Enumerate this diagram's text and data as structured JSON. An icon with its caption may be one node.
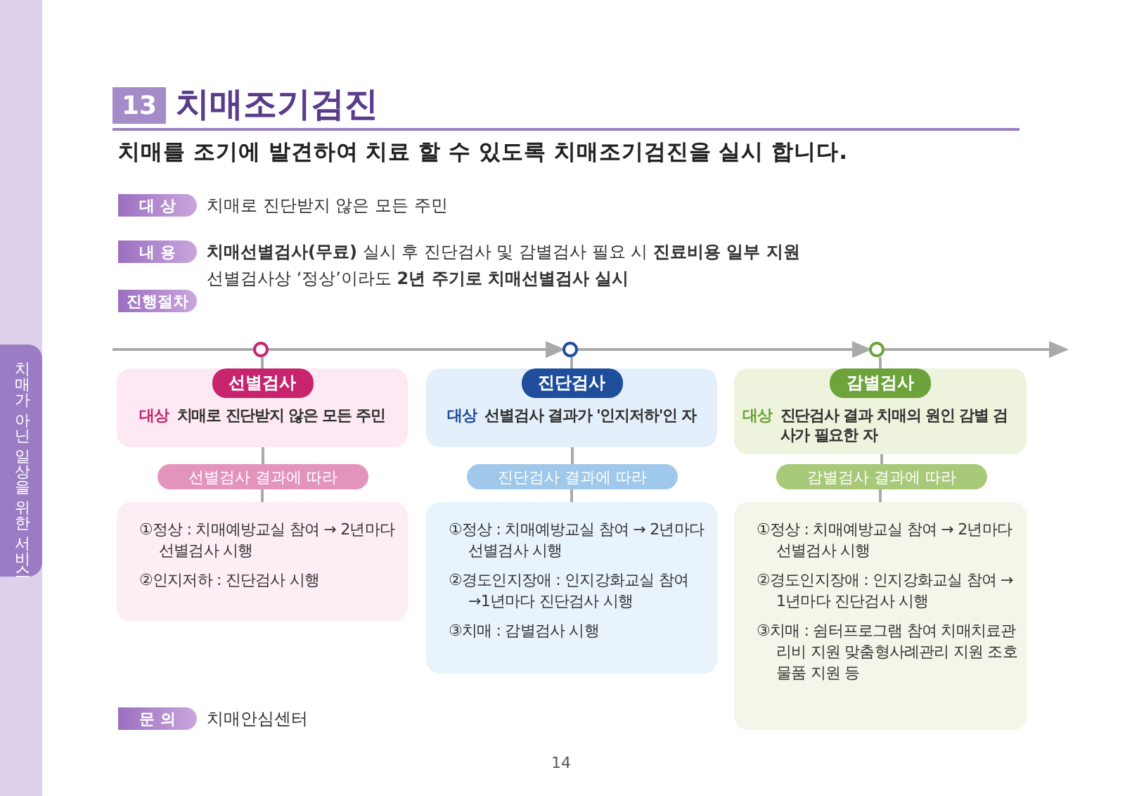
{
  "diagram": {
    "title": "치매조기검진",
    "nodes": [
      {
        "text": [
          "치매가 아닌 일상을 위한 서비스"
        ]
      },
      {
        "text": [
          "13"
        ]
      },
      {
        "text": [
          "대 상"
        ],
        "beside": [
          "치매로 진단받지 않은 모든 주민"
        ]
      },
      {
        "text": [
          "내 용"
        ],
        "beside": [
          "**치매선별검사(무료)** 실시 후 진단검사 및 감별검사 필요 시 **진료비용 일부 지원**",
          "선별검사상 ‘정상’이라도 **2년 주기로 치매선별검사 실시**"
        ]
      },
      {
        "text": [
          "진행절차"
        ]
      },
      {
        "text": [],
        "shape": "circle"
      },
      {
        "text": [],
        "shape": "circle"
      },
      {
        "text": [],
        "shape": "circle"
      },
      {
        "text": [
          "선별검사",
          "대상",
          "치매로 진단받지 않은 모든 주민"
        ]
      },
      {
        "text": [
          "선별검사 결과에 따라"
        ]
      },
      {
        "text": [
          "①정상 : 치매예방교실 참여 → 2년마다 선별검사 시행",
          "②인지저하 : 진단검사 시행"
        ]
      },
      {
        "text": [
          "진단검사",
          "대상",
          "선별검사 결과가 '인지저하'인 자"
        ]
      },
      {
        "text": [
          "진단검사 결과에 따라"
        ]
      },
      {
        "text": [
          "①정상 : 치매예방교실 참여 → 2년마다 선별검사 시행",
          "②경도인지장애 : 인지강화교실 참여 →1년마다 진단검사 시행",
          "③치매 : 감별검사 시행"
        ]
      },
      {
        "text": [
          "감별검사",
          "대상",
          "진단검사 결과 치매의 원인 감별 검사가 필요한 자"
        ]
      },
      {
        "text": [
          "감별검사 결과에 따라"
        ]
      },
      {
        "text": [
          "①정상 : 치매예방교실 참여 → 2년마다 선별검사 시행",
          "②경도인지장애 : 인지강화교실 참여 → 1년마다 진단검사 시행",
          "③치매 : 쉼터프로그램 참여 치매치료관리비 지원 맞춤형사례관리 지원 조호물품 지원 등"
        ]
      },
      {
        "text": [
          "문 의"
        ],
        "beside": [
          "치매안심센터"
        ]
      }
    ],
    "edges": [
      {
        "from": null,
        "to": 5,
        "arrow": "none"
      },
      {
        "from": 5,
        "to": 6,
        "arrow": "to"
      },
      {
        "from": 6,
        "to": 7,
        "arrow": "to"
      },
      {
        "from": 7,
        "to": null,
        "arrow": "to"
      },
      {
        "from": 5,
        "to": 8,
        "arrow": "none"
      },
      {
        "from": 8,
        "to": 9,
        "arrow": "none"
      },
      {
        "from": 9,
        "to": 10,
        "arrow": "none"
      },
      {
        "from": 6,
        "to": 11,
        "arrow": "none"
      },
      {
        "from": 11,
        "to": 12,
        "arrow": "none"
      },
      {
        "from": 12,
        "to": 13,
        "arrow": "none"
      },
      {
        "from": 7,
        "to": 14,
        "arrow": "none"
      },
      {
        "from": 14,
        "to": 15,
        "arrow": "none"
      },
      {
        "from": 15,
        "to": 16,
        "arrow": "none"
      }
    ],
    "labels": [
      "치매를 조기에 발견하여 치료 할 수 있도록 치매조기검진을 실시 합니다.",
      "14"
    ]
  }
}
